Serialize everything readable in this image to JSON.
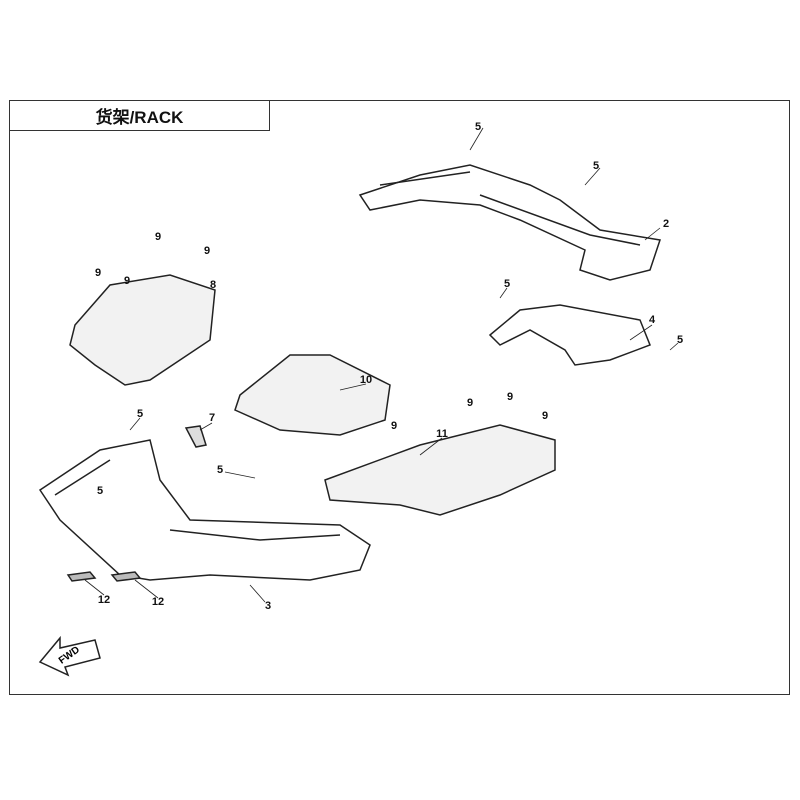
{
  "title": "货架/RACK",
  "fwd_label": "FWD",
  "callouts": [
    "5",
    "5",
    "2",
    "5",
    "4",
    "5",
    "9",
    "9",
    "9",
    "9",
    "8",
    "10",
    "7",
    "5",
    "5",
    "5",
    "9",
    "9",
    "9",
    "9",
    "11",
    "3",
    "12",
    "12"
  ]
}
